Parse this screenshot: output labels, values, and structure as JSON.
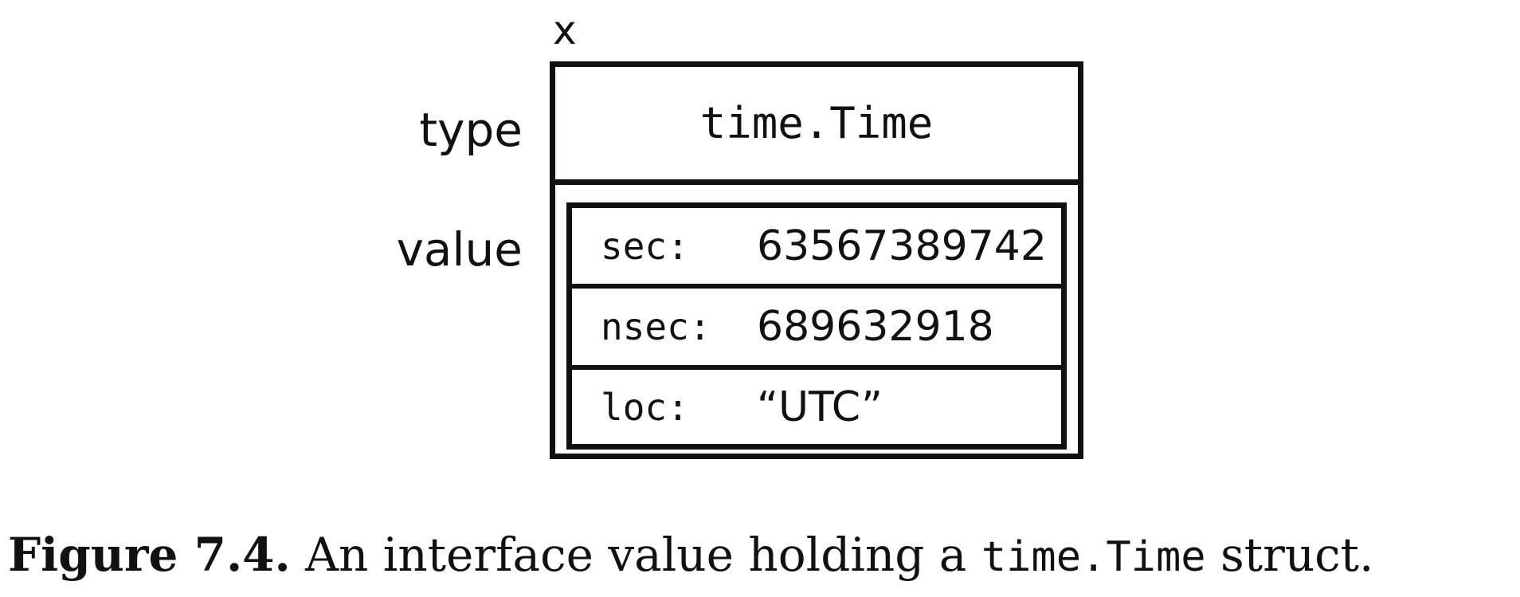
{
  "variable_name": "x",
  "labels": {
    "type": "type",
    "value": "value"
  },
  "type_cell": "time.Time",
  "fields": [
    {
      "name": "sec:",
      "value": "63567389742"
    },
    {
      "name": "nsec:",
      "value": "689632918"
    },
    {
      "name": "loc:",
      "value": "“UTC”"
    }
  ],
  "caption": {
    "number": "Figure 7.4.",
    "text_before": "An interface value holding a",
    "code": "time.Time",
    "text_after": "struct."
  }
}
